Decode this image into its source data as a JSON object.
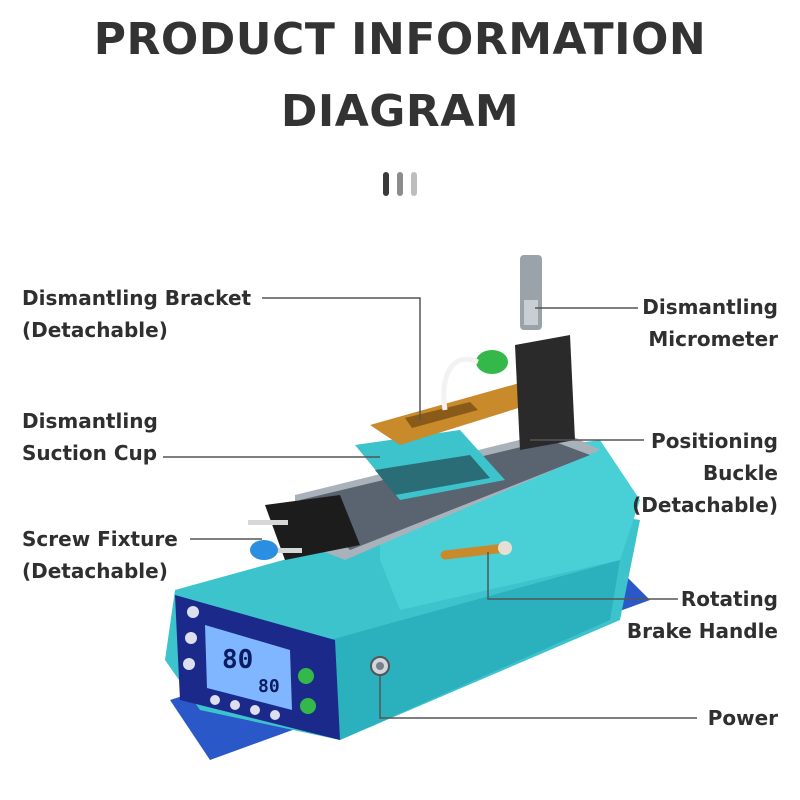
{
  "title": {
    "line1": "PRODUCT INFORMATION",
    "line2": "DIAGRAM"
  },
  "divider_colors": [
    "#3a3a3a",
    "#8c8c8c",
    "#bdbdbd"
  ],
  "labels": {
    "bracket": {
      "line1": "Dismantling Bracket",
      "line2": "(Detachable)"
    },
    "suction": {
      "line1": "Dismantling",
      "line2": "Suction Cup"
    },
    "screw": {
      "line1": "Screw Fixture",
      "line2": "(Detachable)"
    },
    "micrometer": {
      "line1": "Dismantling",
      "line2": "Micrometer"
    },
    "buckle": {
      "line1": "Positioning",
      "line2": "Buckle",
      "line3": "(Detachable)"
    },
    "brake": {
      "line1": "Rotating",
      "line2": "Brake Handle"
    },
    "power": {
      "line1": "Power"
    }
  },
  "display": {
    "temp_left": "80",
    "temp_right": "80"
  },
  "colors": {
    "body": "#3cc3cc",
    "body_dark": "#1f9aa6",
    "base": "#2a58c8",
    "gold": "#c98a2c",
    "panel": "#1b2a8a",
    "screen": "#7fb6ff",
    "green": "#35b84a"
  }
}
